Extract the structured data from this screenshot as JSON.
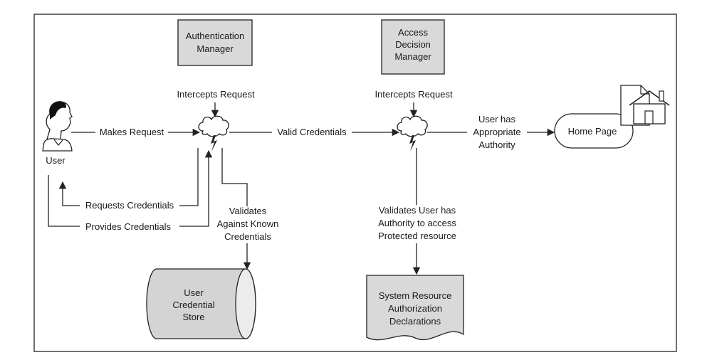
{
  "nodes": {
    "user": "User",
    "auth_manager": [
      "Authentication",
      "Manager"
    ],
    "access_manager": [
      "Access",
      "Decision",
      "Manager"
    ],
    "home_page": "Home Page",
    "credential_store": [
      "User",
      "Credential",
      "Store"
    ],
    "resource_decl": [
      "System Resource",
      "Authorization",
      "Declarations"
    ]
  },
  "edges": {
    "makes_request": "Makes Request",
    "intercepts_auth": "Intercepts Request",
    "intercepts_access": "Intercepts Request",
    "valid_credentials": "Valid Credentials",
    "appropriate_authority": [
      "User has",
      "Appropriate",
      "Authority"
    ],
    "requests_credentials": "Requests Credentials",
    "provides_credentials": "Provides Credentials",
    "validates_known": [
      "Validates",
      "Against Known",
      "Credentials"
    ],
    "validates_authority": [
      "Validates User has",
      "Authority to access",
      "Protected resource"
    ]
  },
  "colors": {
    "box_fill": "#d9d9d9",
    "stroke": "#222222",
    "cylinder_fill": "#d4d4d4"
  },
  "icons": [
    "user-head-icon",
    "lightning-cloud-icon",
    "house-document-icon"
  ]
}
